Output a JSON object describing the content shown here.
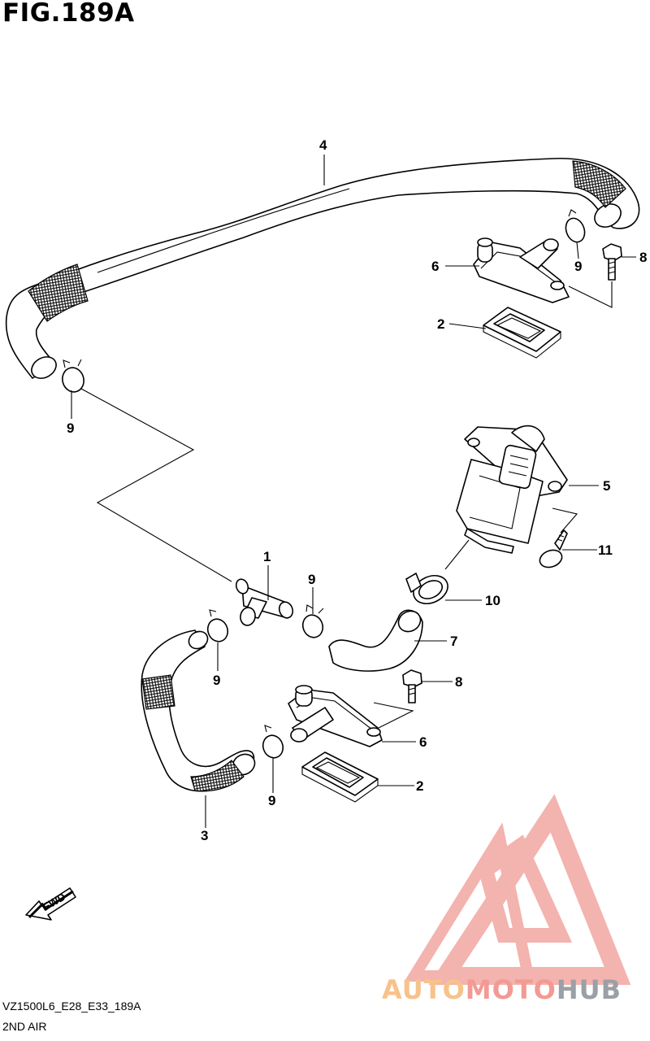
{
  "figure": {
    "title": "FIG.189A",
    "code": "VZ1500L6_E28_E33_189A",
    "subtitle": "2ND AIR"
  },
  "fwd_label": "FWD",
  "watermark": {
    "parts": [
      "AUTO",
      "MOTO",
      "HUB"
    ],
    "colors": {
      "auto": "#f7c28b",
      "moto": "#f29a93",
      "hub": "#9aa0a6",
      "logo": "#f2a6a0"
    }
  },
  "callouts": {
    "c1": "1",
    "c2a": "2",
    "c2b": "2",
    "c3": "3",
    "c4": "4",
    "c5": "5",
    "c6a": "6",
    "c6b": "6",
    "c7": "7",
    "c8a": "8",
    "c8b": "8",
    "c9a": "9",
    "c9b": "9",
    "c9c": "9",
    "c9d": "9",
    "c9e": "9",
    "c10": "10",
    "c11": "11"
  }
}
